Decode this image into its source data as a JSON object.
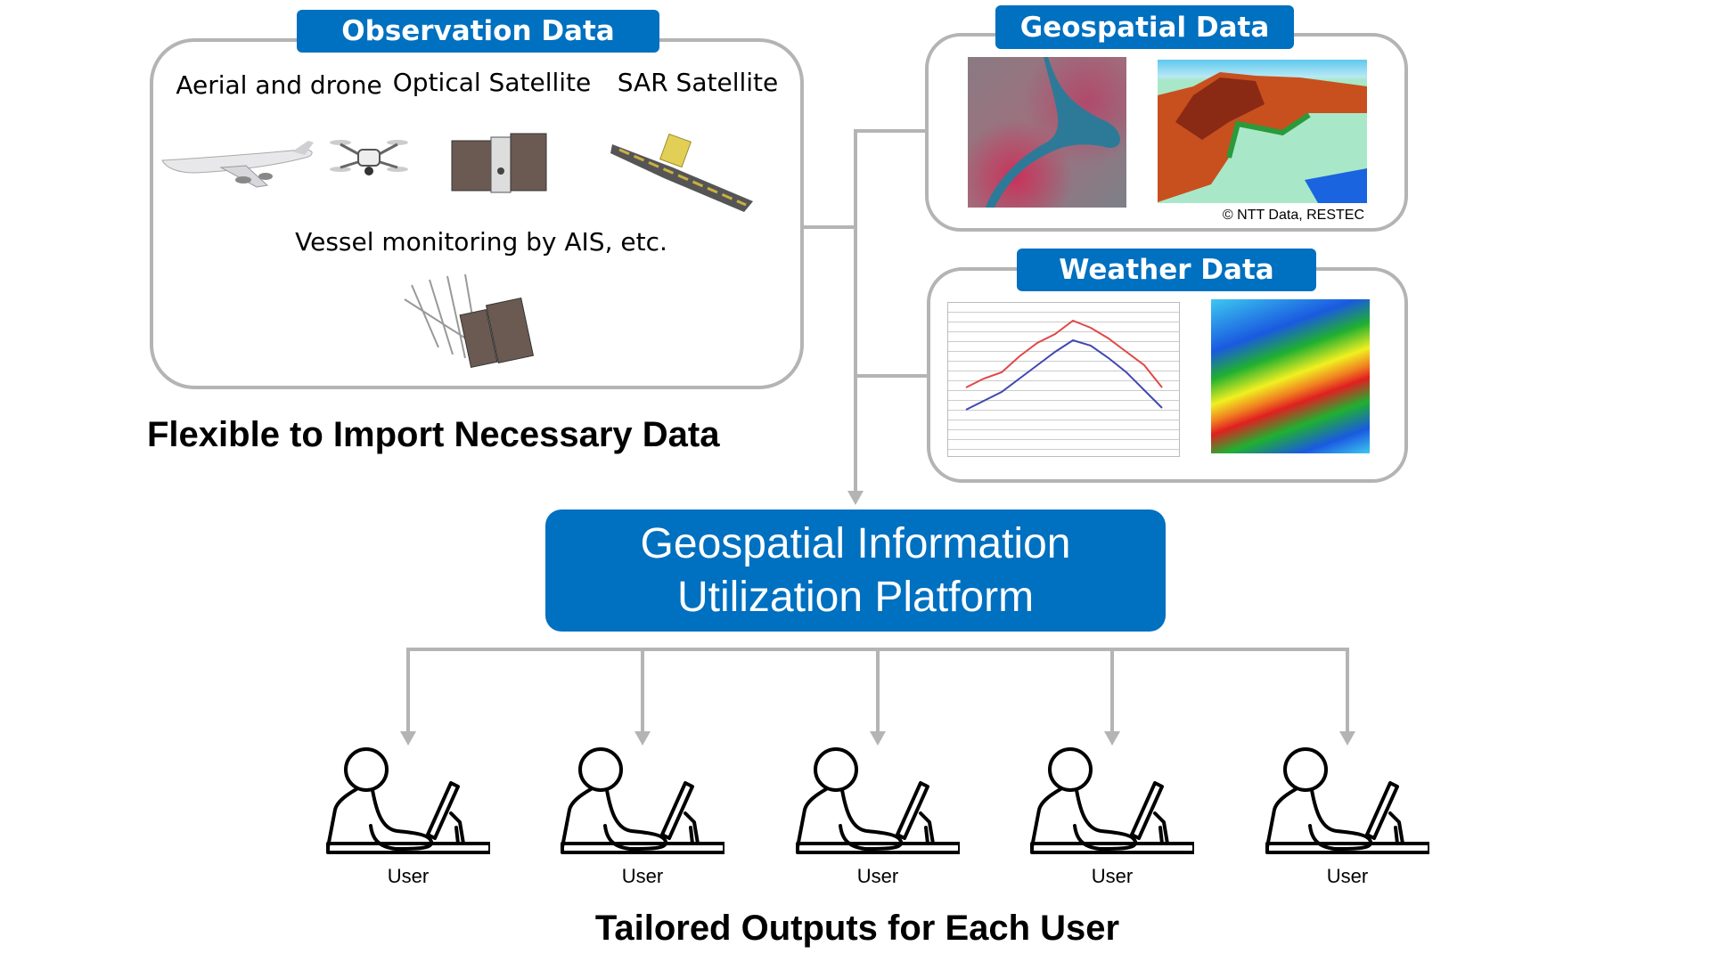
{
  "observation": {
    "title": "Observation Data",
    "sources": [
      "Aerial and drone",
      "Optical Satellite",
      "SAR Satellite"
    ],
    "vessel_label": "Vessel monitoring by AIS, etc."
  },
  "geospatial": {
    "title": "Geospatial Data",
    "copyright": "© NTT Data, RESTEC"
  },
  "weather": {
    "title": "Weather Data"
  },
  "flexible_caption": "Flexible to Import Necessary Data",
  "platform": {
    "line1": "Geospatial Information",
    "line2": "Utilization Platform"
  },
  "users": [
    "User",
    "User",
    "User",
    "User",
    "User"
  ],
  "tailored_caption": "Tailored Outputs for Each User",
  "colors": {
    "accent": "#0070c0",
    "connector": "#b4b4b4"
  }
}
